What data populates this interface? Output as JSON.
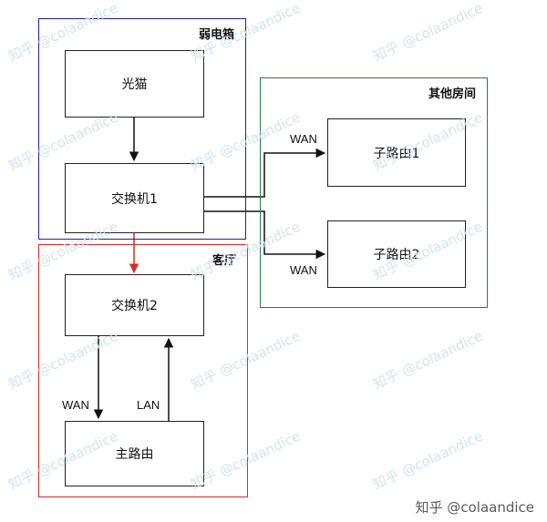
{
  "groups": {
    "weak_box": {
      "title": "弱电箱",
      "color": "#1f1f9f"
    },
    "other_rooms": {
      "title": "其他房间",
      "color": "#2a7a4a"
    },
    "living_room": {
      "title": "客厅",
      "color": "#d62b2b"
    }
  },
  "nodes": {
    "modem": "光猫",
    "switch1": "交换机1",
    "switch2": "交换机2",
    "main_router": "主路由",
    "sub_router1": "子路由1",
    "sub_router2": "子路由2"
  },
  "edge_labels": {
    "wan_sub1": "WAN",
    "wan_sub2": "WAN",
    "wan_main": "WAN",
    "lan_main": "LAN"
  },
  "colors": {
    "red_link": "#d62b2b",
    "line": "#111111"
  },
  "watermark": {
    "text": "知乎 @colaandice"
  },
  "credit": "知乎 @colaandice"
}
